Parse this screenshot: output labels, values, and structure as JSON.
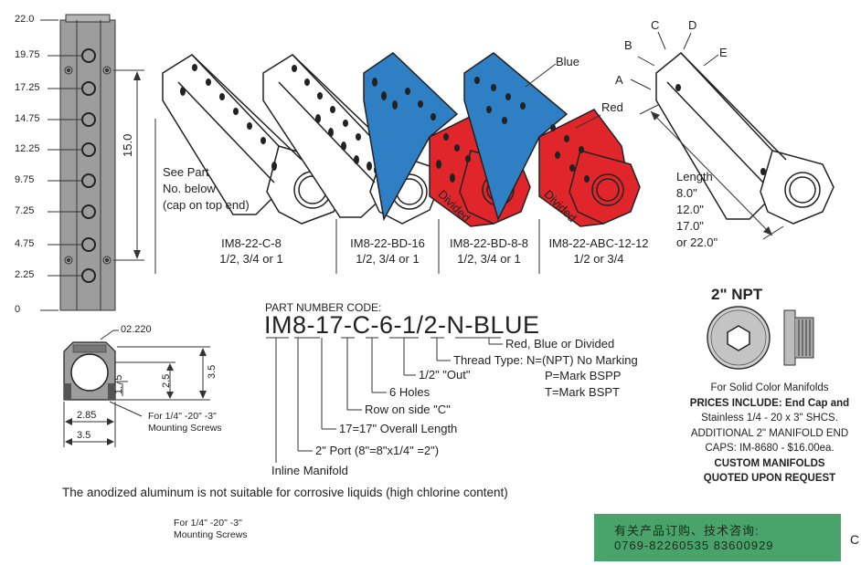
{
  "scale_ticks": [
    "22.0",
    "19.75",
    "17.25",
    "14.75",
    "12.25",
    "9.75",
    "7.25",
    "4.75",
    "2.25",
    "0"
  ],
  "dim_15": "15.0",
  "see_part": [
    "See Part",
    "No. below",
    "(cap on top end)"
  ],
  "models": [
    {
      "code": "IM8-22-C-8",
      "sizes": "1/2, 3/4 or 1"
    },
    {
      "code": "IM8-22-BD-16",
      "sizes": "1/2, 3/4 or 1"
    },
    {
      "code": "IM8-22-BD-8-8",
      "sizes": "1/2, 3/4 or 1"
    },
    {
      "code": "IM8-22-ABC-12-12",
      "sizes": "1/2 or 3/4"
    }
  ],
  "color_labels": {
    "blue": "Blue",
    "red": "Red",
    "divided": "Divided"
  },
  "side_letters": [
    "A",
    "B",
    "C",
    "D",
    "E"
  ],
  "length": {
    "label": "Length",
    "values": [
      "8.0\"",
      "12.0\"",
      "17.0\"",
      "or 22.0\""
    ]
  },
  "end_view": {
    "dia": "02.220",
    "h35": "3.5",
    "h25": "2.5",
    "h175": "1.75",
    "w285": "2.85",
    "w35": "3.5",
    "screws": [
      "For 1/4\" -20\" -3\"",
      "Mounting Screws"
    ]
  },
  "part_code": {
    "heading": "PART NUMBER CODE:",
    "code": "IM8-17-C-6-1/2-N-BLUE",
    "items": [
      "Red, Blue or Divided",
      "Thread Type: N=(NPT) No Marking",
      "P=Mark BSPP",
      "T=Mark BSPT",
      "1/2\" \"Out\"",
      "6 Holes",
      "Row on side \"C\"",
      "17=17\" Overall Length",
      "2\" Port (8\"=8\"x1/4\" =2\")",
      "Inline Manifold"
    ]
  },
  "warning": "The anodized aluminum is not suitable for corrosive liquids (high chlorine content)",
  "screws_repeat": [
    "For 1/4\" -20\" -3\"",
    "Mounting Screws"
  ],
  "npt": {
    "title": "2\" NPT",
    "lines": [
      "For Solid Color Manifolds",
      "PRICES INCLUDE: End Cap and",
      "Stainless 1/4 - 20 x 3\" SHCS.",
      "ADDITIONAL 2\" MANIFOLD END",
      "CAPS: IM-8680 - $16.00ea.",
      "CUSTOM MANIFOLDS",
      "QUOTED UPON REQUEST"
    ]
  },
  "contact": {
    "line1": "有关产品订购、技术咨询:",
    "line2": "0769-82260535  83600929"
  },
  "corner_char": "C",
  "colors": {
    "blue": "#2f7fc4",
    "red": "#e0262a",
    "green": "#4aa36b",
    "gray": "#9d9d9d"
  }
}
